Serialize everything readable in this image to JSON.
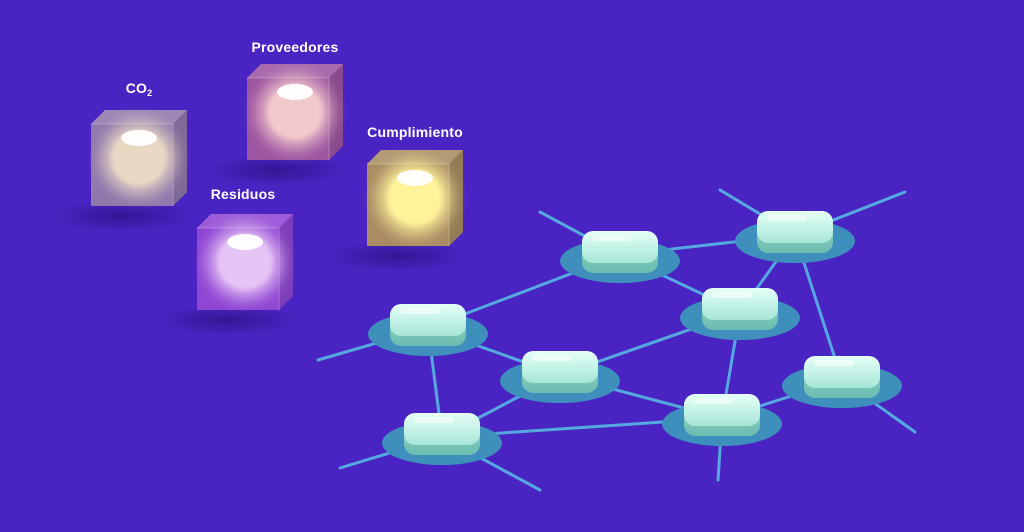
{
  "categories": [
    {
      "id": "co2",
      "label_main": "CO",
      "label_sub": "2",
      "color": "#e8d9c4",
      "glass": "#9a84a9"
    },
    {
      "id": "proveedores",
      "label_main": "Proveedores",
      "label_sub": "",
      "color": "#f2c9cc",
      "glass": "#a95d9d"
    },
    {
      "id": "cumplimiento",
      "label_main": "Cumplimiento",
      "label_sub": "",
      "color": "#fff39a",
      "glass": "#b79a57"
    },
    {
      "id": "residuos",
      "label_main": "Residuos",
      "label_sub": "",
      "color": "#e6c4f5",
      "glass": "#9a4bd6"
    }
  ],
  "network": {
    "node_color": "#bff0e4",
    "disc_color": "#3f8fbd",
    "link_color": "#55a8e0"
  }
}
